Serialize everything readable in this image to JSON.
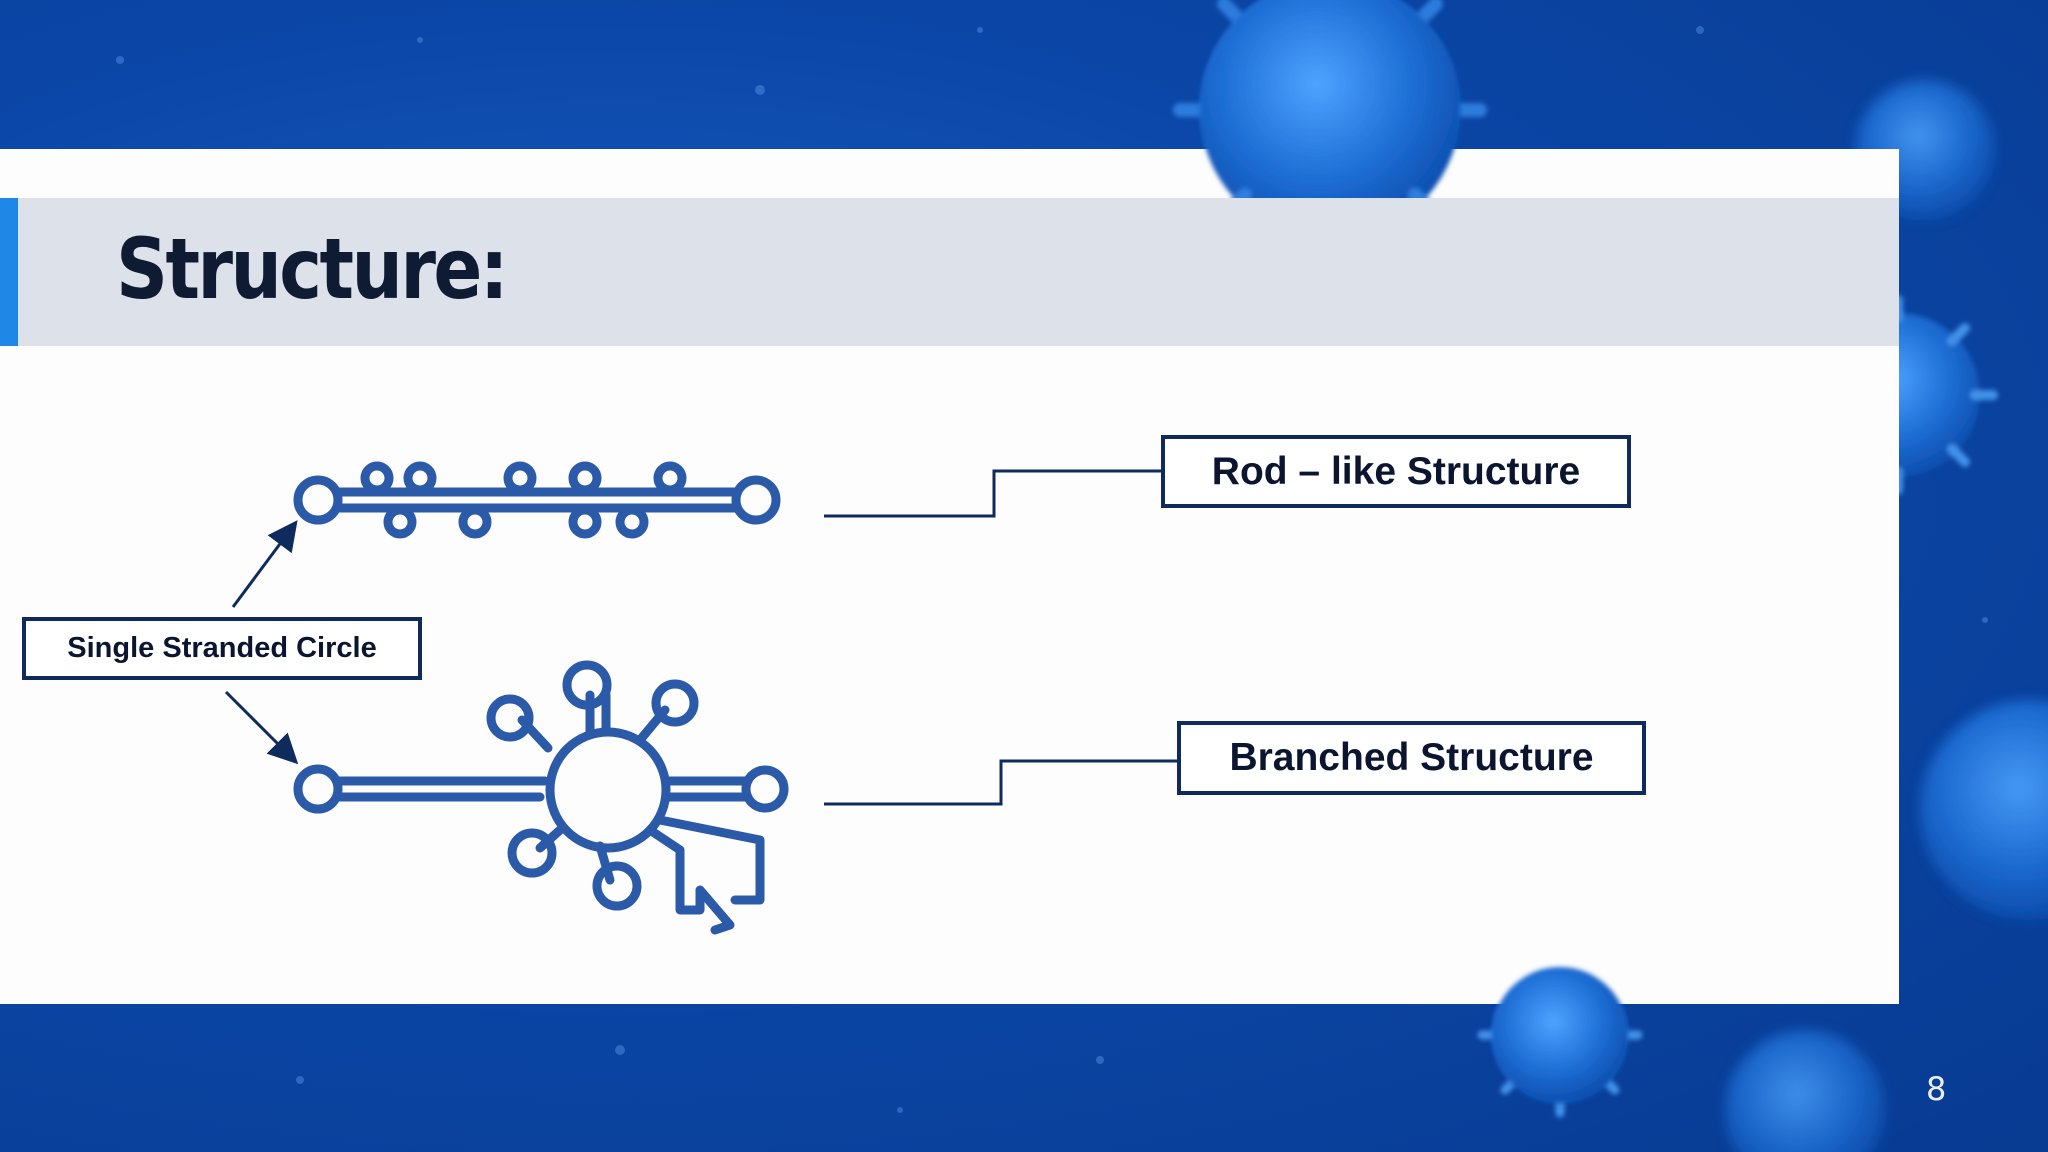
{
  "slide": {
    "title": "Structure:",
    "page_number": "8"
  },
  "diagram": {
    "source_label": "Single Stranded Circle",
    "rod_label": "Rod – like Structure",
    "branched_label": "Branched Structure"
  },
  "colors": {
    "background": "#0b47a8",
    "title_band": "#dde2ea",
    "accent": "#1f87e6",
    "label_border": "#0f2a5c",
    "strand": "#2a5aa8"
  }
}
